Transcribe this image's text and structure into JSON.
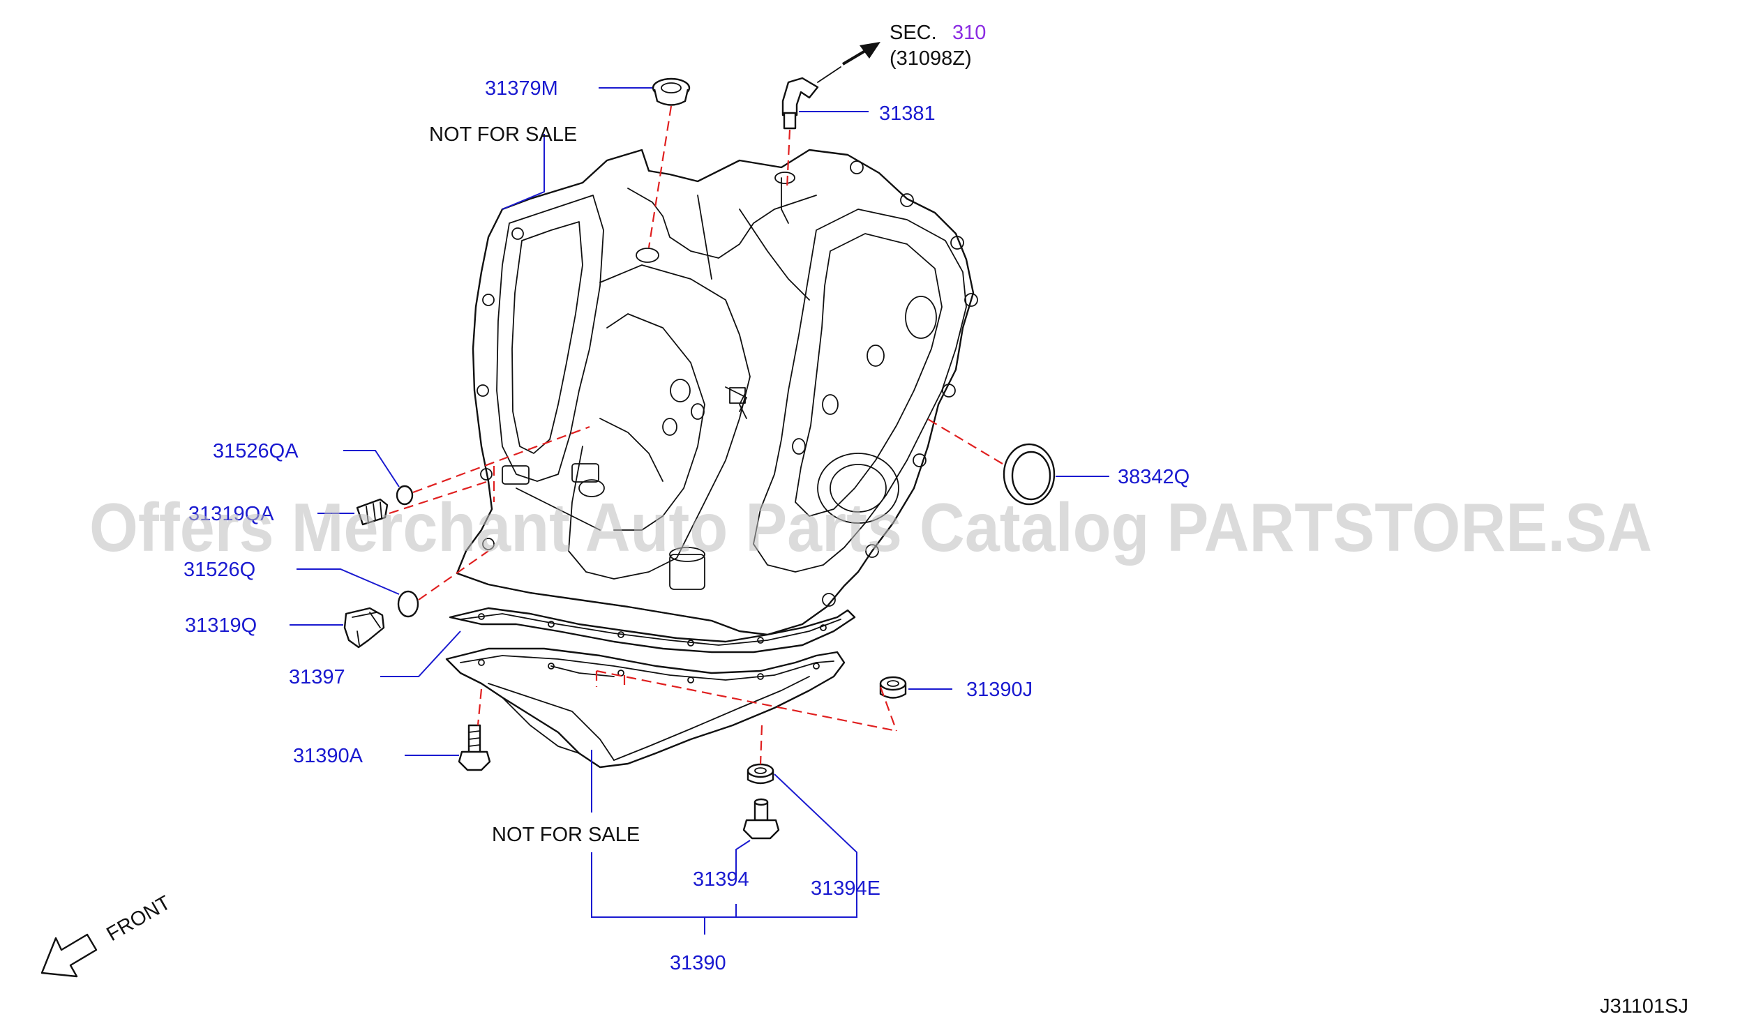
{
  "diagram": {
    "watermark": "Offers Merchant Auto Parts Catalog PARTSTORE.SA",
    "diagram_code": "J31101SJ",
    "front_label": "FRONT",
    "section_ref": {
      "prefix": "SEC.",
      "number": "310",
      "sub": "(31098Z)"
    },
    "not_for_sale_top": "NOT  FOR  SALE",
    "not_for_sale_bottom": "NOT  FOR  SALE",
    "parts": {
      "p31379M": "31379M",
      "p31381": "31381",
      "p31526QA": "31526QA",
      "p31319QA": "31319QA",
      "p31526Q": "31526Q",
      "p31319Q": "31319Q",
      "p31397": "31397",
      "p31390A": "31390A",
      "p31390J": "31390J",
      "p38342Q": "38342Q",
      "p31394": "31394",
      "p31394E": "31394E",
      "p31390": "31390"
    },
    "colors": {
      "part_number": "#1a1ad0",
      "section_number": "#8a2be2",
      "phantom_line": "#e02020"
    }
  }
}
